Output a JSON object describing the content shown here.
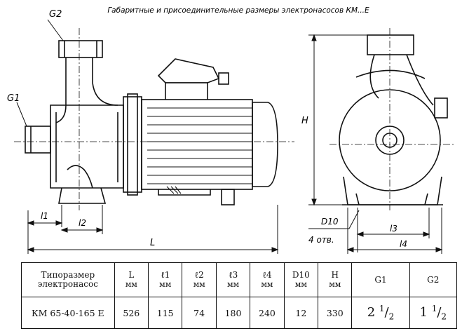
{
  "title": "Габаритные и присоединительные размеры электронасосов КМ...Е",
  "labels": {
    "g1": "G1",
    "g2": "G2",
    "l1": "l1",
    "l2": "l2",
    "L": "L",
    "H": "H",
    "d10": "D10",
    "holes": "4 отв.",
    "l3": "l3",
    "l4": "l4"
  },
  "table": {
    "headers": [
      {
        "name": "Типоразмер",
        "unit": "электронасос"
      },
      {
        "name": "L",
        "unit": "мм"
      },
      {
        "name": "ℓ1",
        "unit": "мм"
      },
      {
        "name": "ℓ2",
        "unit": "мм"
      },
      {
        "name": "ℓ3",
        "unit": "мм"
      },
      {
        "name": "ℓ4",
        "unit": "мм"
      },
      {
        "name": "D10",
        "unit": "мм"
      },
      {
        "name": "H",
        "unit": "мм"
      },
      {
        "name": "G1",
        "unit": ""
      },
      {
        "name": "G2",
        "unit": ""
      }
    ],
    "row": {
      "model": "КМ 65-40-165 Е",
      "L": "526",
      "l1": "115",
      "l2": "74",
      "l3": "180",
      "l4": "240",
      "d10": "12",
      "H": "330",
      "g1_whole": "2",
      "g1_num": "1",
      "g1_den": "2",
      "g2_whole": "1",
      "g2_num": "1",
      "g2_den": "2"
    }
  }
}
